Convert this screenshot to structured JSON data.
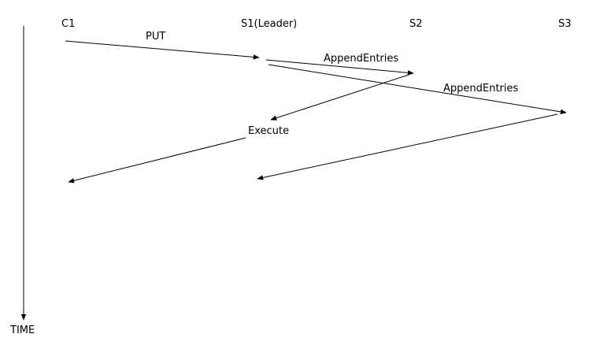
{
  "colors": {
    "background": "#ffffff",
    "ink": "#000000"
  },
  "participants": {
    "client": "C1",
    "leader": "S1(Leader)",
    "follower_2": "S2",
    "follower_3": "S3"
  },
  "time_axis": {
    "label": "TIME"
  },
  "messages": {
    "put": "PUT",
    "append_to_s2": "AppendEntries",
    "append_to_s3": "AppendEntries",
    "execute": "Execute"
  }
}
